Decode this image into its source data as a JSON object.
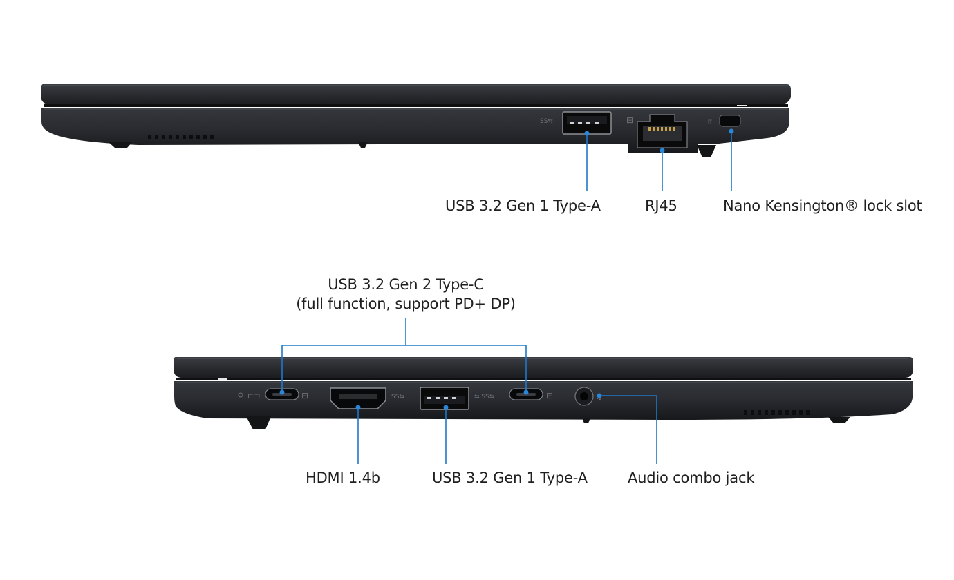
{
  "colors": {
    "background": "#ffffff",
    "laptop_body": "#25272b",
    "callout_line": "#1e78c8",
    "label_text": "#1f1f1f"
  },
  "right_side": {
    "ports": [
      {
        "label": "USB 3.2 Gen 1 Type-A",
        "icon": "usb-a-port-icon"
      },
      {
        "label": "RJ45",
        "icon": "ethernet-port-icon"
      },
      {
        "label": "Nano Kensington® lock slot",
        "icon": "lock-slot-icon"
      }
    ]
  },
  "left_side": {
    "type_c_group": {
      "line1": "USB 3.2 Gen 2 Type-C",
      "line2": "(full function, support PD+ DP)"
    },
    "ports": [
      {
        "label": "HDMI 1.4b",
        "icon": "hdmi-port-icon"
      },
      {
        "label": "USB 3.2 Gen 1 Type-A",
        "icon": "usb-a-port-icon"
      },
      {
        "label": "Audio combo jack",
        "icon": "audio-jack-icon"
      }
    ]
  }
}
